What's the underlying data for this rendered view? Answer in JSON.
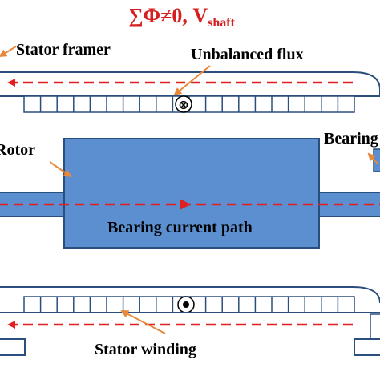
{
  "title": {
    "main": "∑Φ≠0, V",
    "subscript": "shaft"
  },
  "labels": {
    "stator_framer": "Stator framer",
    "unbalanced_flux": "Unbalanced flux",
    "rotor": "Rotor",
    "bearing": "Bearing",
    "bearing_current_path": "Bearing current path",
    "stator_winding": "Stator winding"
  },
  "symbols": {
    "current_into_page": "⊗",
    "current_out_of_page": "⊙"
  },
  "colors": {
    "flux_line": "#e02020",
    "pointer_arrow": "#e8883a",
    "rotor_fill": "#5b8fd0",
    "outline": "#2a4f7e",
    "title": "#d42020"
  }
}
